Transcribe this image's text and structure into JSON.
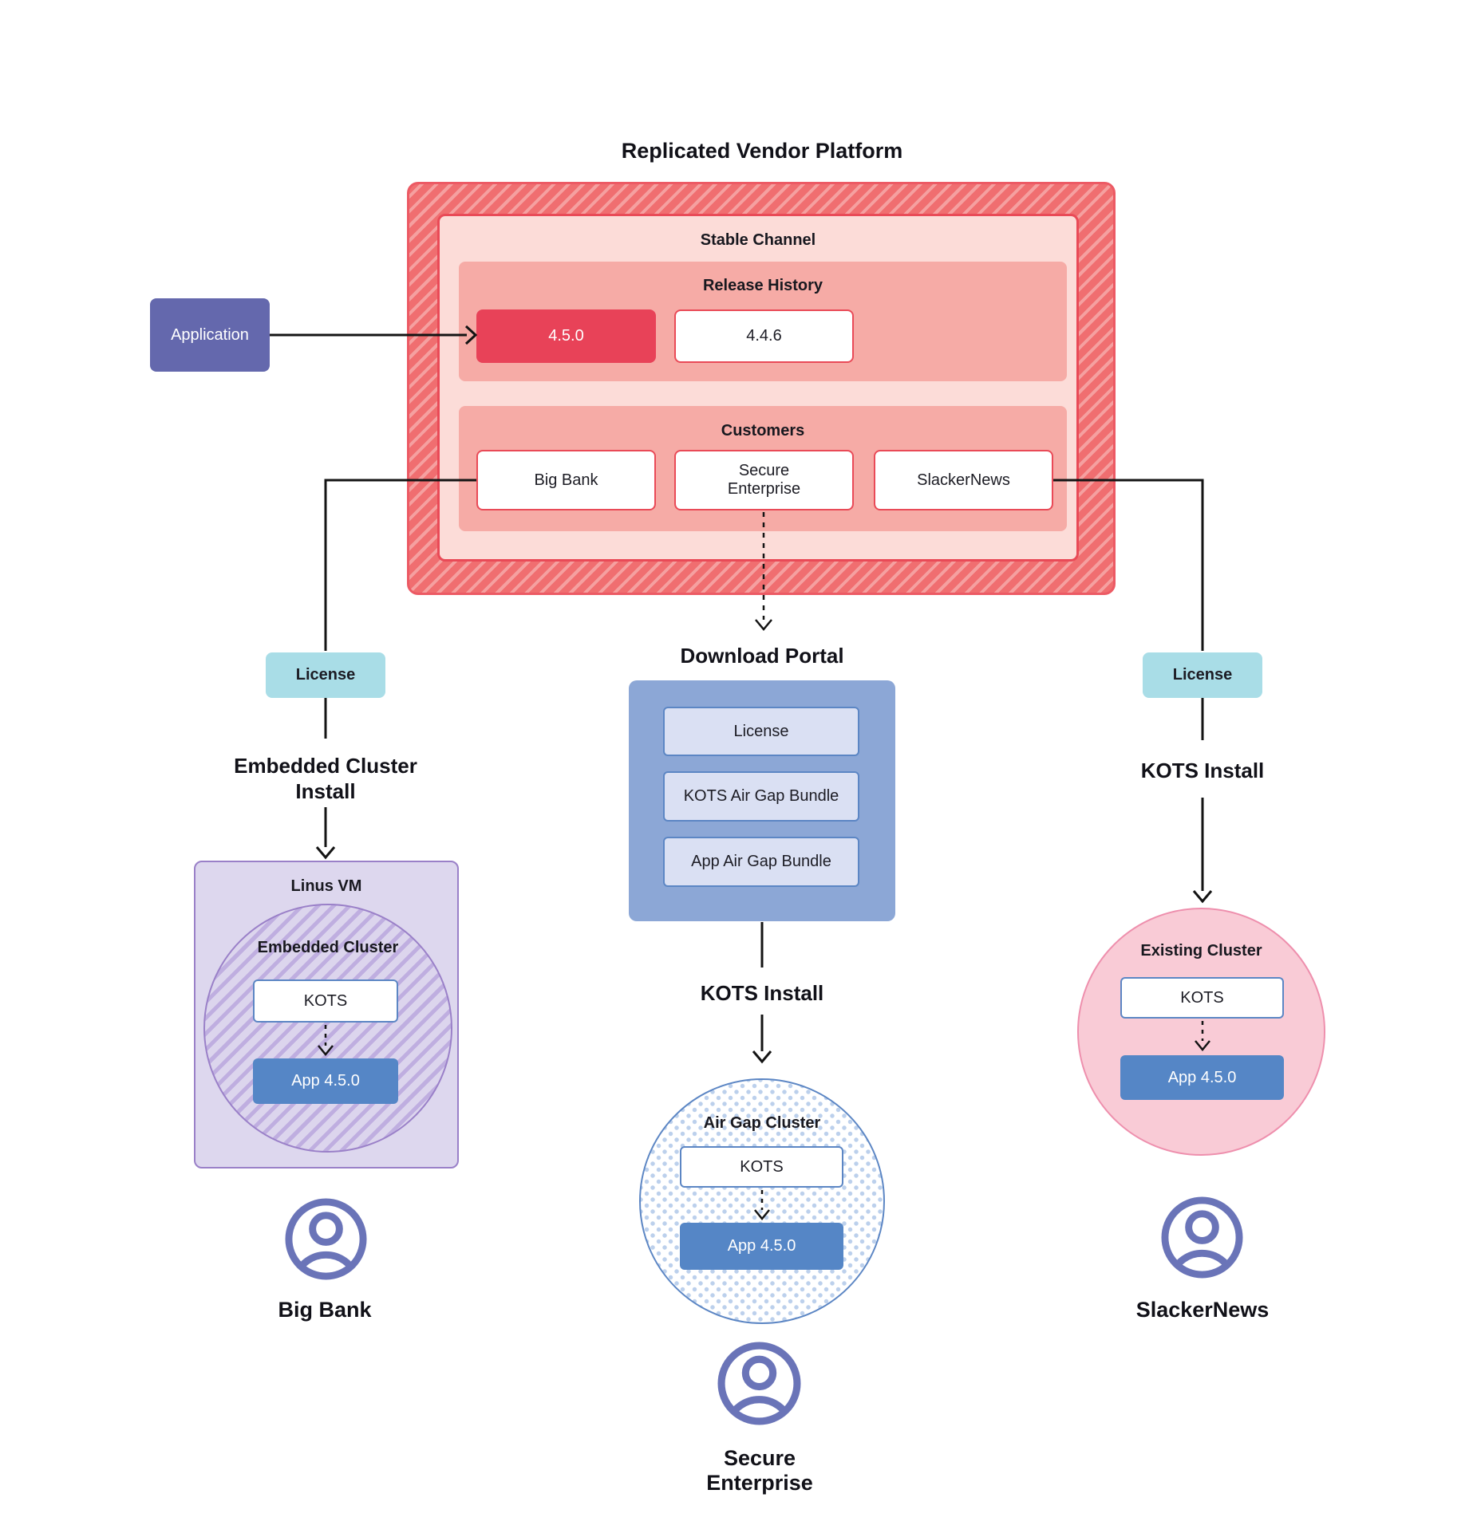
{
  "title": "Replicated Vendor Platform",
  "platform": {
    "stable_channel_label": "Stable Channel",
    "release_history_label": "Release History",
    "releases": [
      "4.5.0",
      "4.4.6"
    ],
    "customers_label": "Customers",
    "customers": [
      "Big Bank",
      "Secure Enterprise",
      "SlackerNews"
    ]
  },
  "application_label": "Application",
  "left": {
    "license_label": "License",
    "install_label": "Embedded Cluster Install",
    "vm_label": "Linus VM",
    "cluster_label": "Embedded Cluster",
    "kots_label": "KOTS",
    "app_label": "App 4.5.0",
    "customer_name": "Big Bank"
  },
  "middle": {
    "portal_label": "Download Portal",
    "portal_items": [
      "License",
      "KOTS Air Gap Bundle",
      "App Air Gap Bundle"
    ],
    "install_label": "KOTS Install",
    "cluster_label": "Air Gap Cluster",
    "kots_label": "KOTS",
    "app_label": "App 4.5.0",
    "customer_name": "Secure Enterprise"
  },
  "right": {
    "license_label": "License",
    "install_label": "KOTS Install",
    "cluster_label": "Existing Cluster",
    "kots_label": "KOTS",
    "app_label": "App 4.5.0",
    "customer_name": "SlackerNews"
  },
  "colors": {
    "red_accent": "#e84258",
    "hatch_base": "#f06e70",
    "hatch_stripe": "#f5a0a0",
    "stable_fill": "#fcdcd8",
    "section_fill": "#f6aba6",
    "application_fill": "#6468ad",
    "license_fill": "#a9dde7",
    "portal_fill": "#8ca7d6",
    "portal_item_fill": "#dae0f3",
    "blue_accent": "#5c86c4",
    "app_node_fill": "#5586c6",
    "vm_fill": "#ddd7ee",
    "purple_accent": "#9a80c8",
    "pink_circle_fill": "#f9cbd6",
    "pink_circle_border": "#ee8fad",
    "person_icon": "#6a74b8",
    "line": "#141414"
  }
}
